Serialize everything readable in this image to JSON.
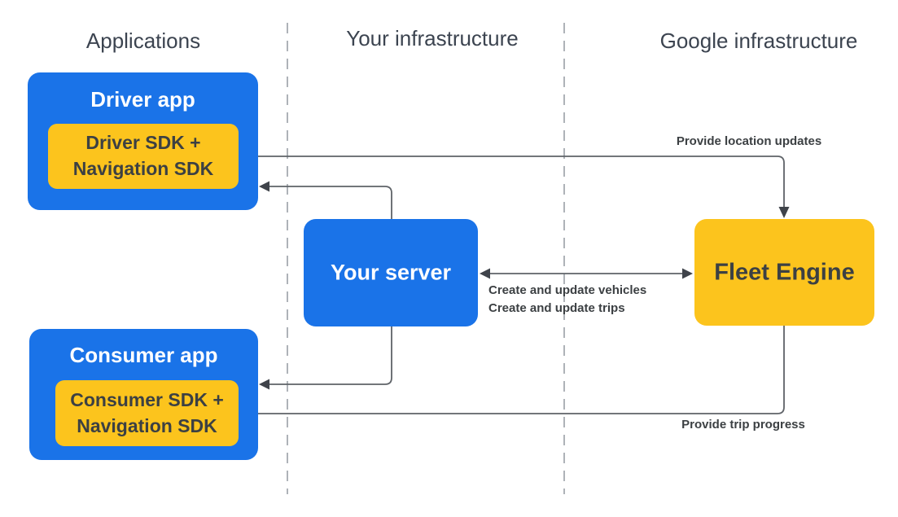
{
  "diagram": {
    "columns": [
      {
        "label": "Applications"
      },
      {
        "label": "Your infrastructure"
      },
      {
        "label": "Google infrastructure"
      }
    ],
    "nodes": {
      "driver_app": {
        "title": "Driver app",
        "sdk_line1": "Driver SDK +",
        "sdk_line2": "Navigation SDK"
      },
      "consumer_app": {
        "title": "Consumer app",
        "sdk_line1": "Consumer SDK +",
        "sdk_line2": "Navigation SDK"
      },
      "your_server": {
        "title": "Your server"
      },
      "fleet_engine": {
        "title": "Fleet Engine"
      }
    },
    "edges": {
      "provide_location_updates": "Provide location updates",
      "create_update_vehicles": "Create and update vehicles",
      "create_update_trips": "Create and update trips",
      "provide_trip_progress": "Provide trip progress"
    },
    "colors": {
      "blue": "#1A73E8",
      "yellow": "#FCC41D",
      "dark_text": "#3C4043",
      "header_text": "#3C4450",
      "connector": "#5F6368",
      "arrowhead": "#3F434A",
      "dashed_divider": "#9AA0A6",
      "background": "#FFFFFF"
    }
  }
}
